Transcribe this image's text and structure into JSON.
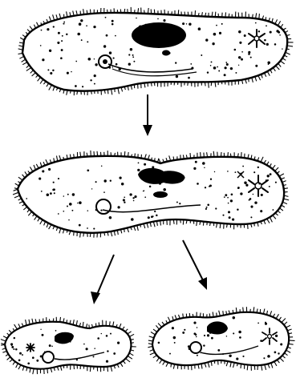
{
  "diagram": {
    "stages": [
      {
        "id": "parent",
        "label": ""
      },
      {
        "id": "dividing",
        "label": ""
      },
      {
        "id": "daughter-left",
        "label": ""
      },
      {
        "id": "daughter-right",
        "label": ""
      }
    ],
    "arrows": [
      {
        "from": "parent",
        "to": "dividing"
      },
      {
        "from": "dividing",
        "to": "daughter-left"
      },
      {
        "from": "dividing",
        "to": "daughter-right"
      }
    ],
    "colors": {
      "ink": "#000000",
      "background": "#ffffff"
    }
  }
}
